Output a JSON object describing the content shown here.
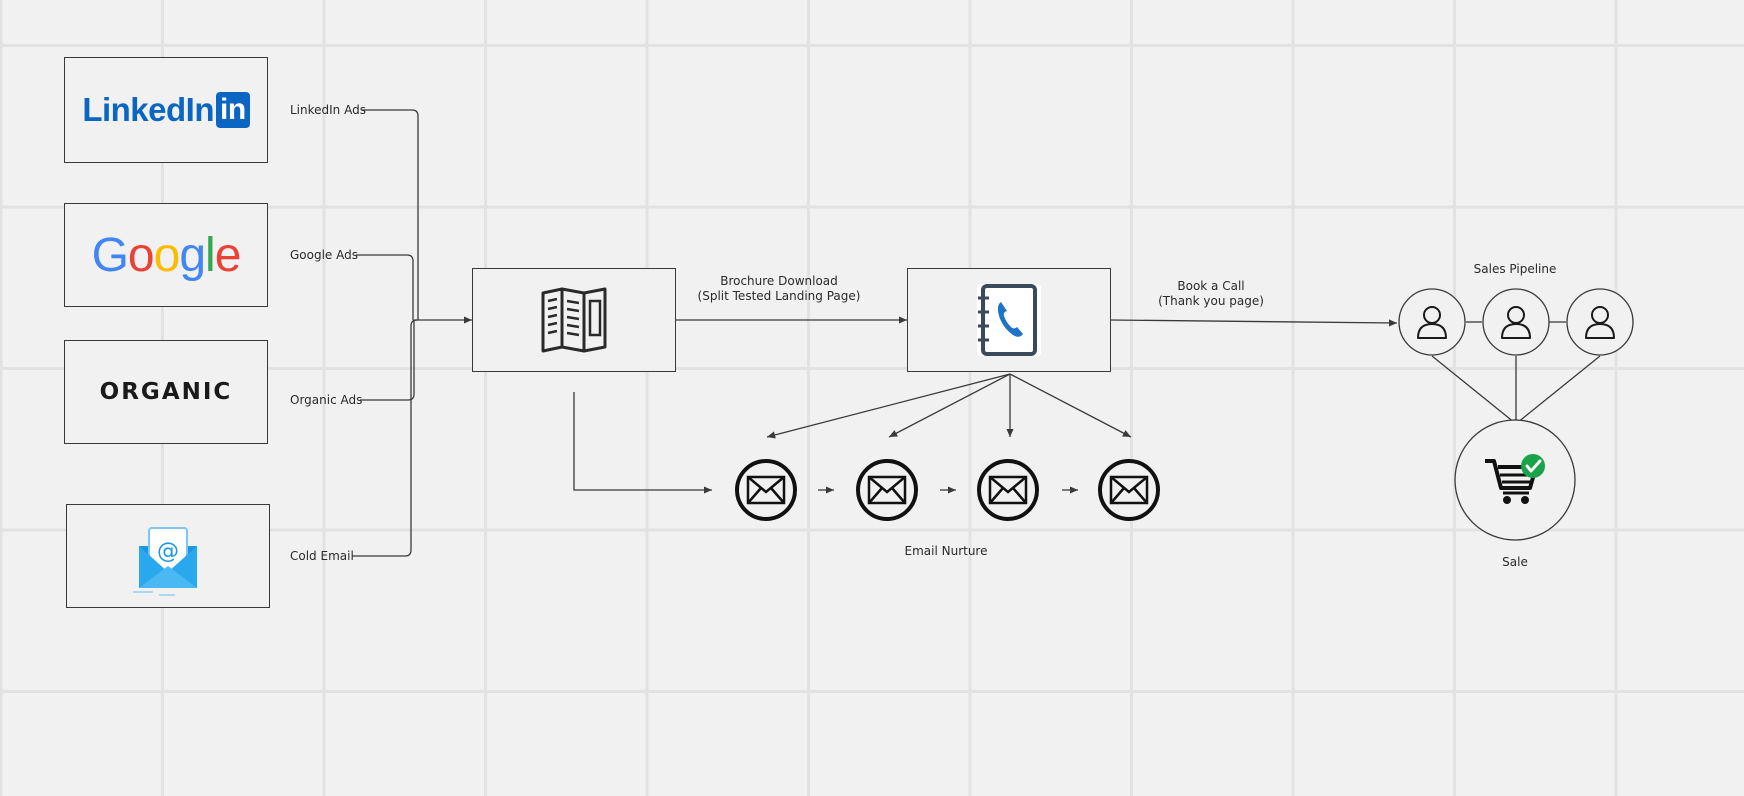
{
  "sources": [
    {
      "logo": "LinkedIn",
      "logo_in": "in",
      "label": "LinkedIn Ads"
    },
    {
      "logo": "Google",
      "label": "Google Ads"
    },
    {
      "logo": "ORGANIC",
      "label": "Organic Ads"
    },
    {
      "logo": "@",
      "label": "Cold Email"
    }
  ],
  "brochure": {
    "edge_label_line1": "Brochure Download",
    "edge_label_line2": "(Split Tested Landing Page)"
  },
  "phonebook": {
    "edge_label_line1": "Book a Call",
    "edge_label_line2": "(Thank you page)"
  },
  "email_nurture": {
    "label": "Email Nurture",
    "count": 4
  },
  "pipeline": {
    "label": "Sales Pipeline",
    "count": 3
  },
  "sale": {
    "label": "Sale"
  },
  "colors": {
    "linkedin": "#0a66c2",
    "google_blue": "#4285f4",
    "google_red": "#ea4335",
    "google_yellow": "#fbbc05",
    "google_green": "#34a853",
    "email_icon": "#29a8ee",
    "check_green": "#1aa34a",
    "phone_blue": "#1e74c6"
  }
}
